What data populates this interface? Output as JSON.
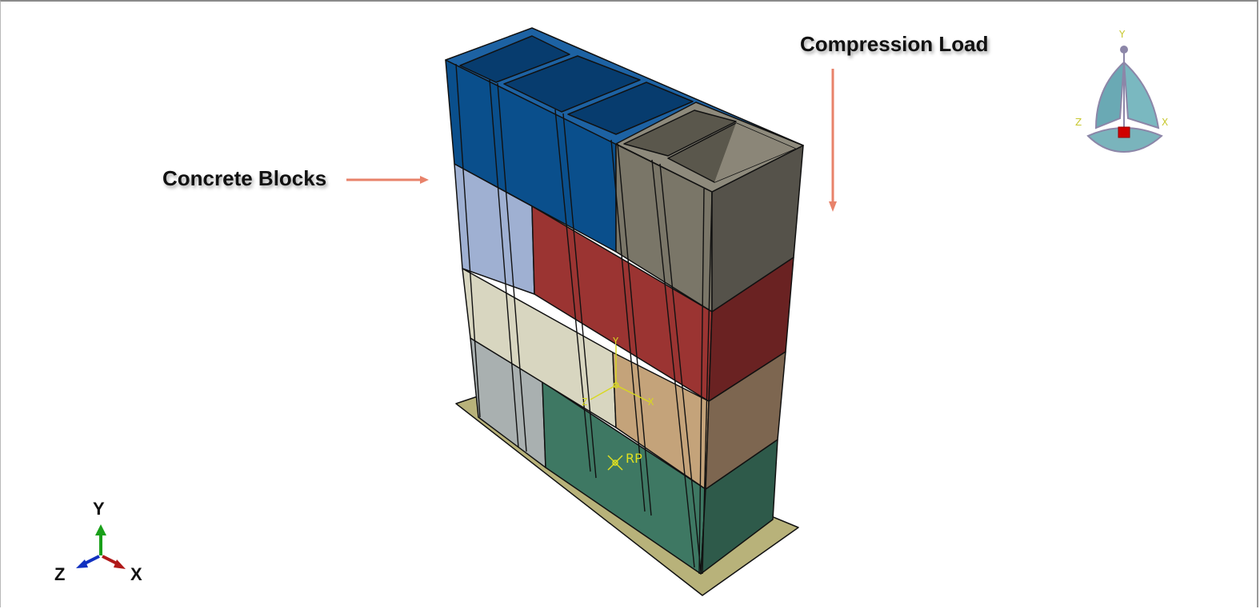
{
  "annotations": {
    "concrete_blocks": "Concrete Blocks",
    "compression_load": "Compression Load"
  },
  "model": {
    "reference_point_label": "RP",
    "datum_csys": {
      "y": "Y",
      "z": "Z",
      "x": "X"
    },
    "block_colors": {
      "course1_blue": "#0a4f8c",
      "course1_gray": "#7a7668",
      "course2_lavender": "#9fb0d2",
      "course2_red": "#9b3432",
      "course3_cream": "#d8d6c0",
      "course3_tan": "#c4a37a",
      "course4_silver": "#a9b0b0",
      "course4_green": "#3e7863",
      "base_plate": "#b8b27a"
    }
  },
  "view_cube": {
    "y": "Y",
    "z": "Z",
    "x": "X"
  },
  "global_triad": {
    "y": "Y",
    "z": "Z",
    "x": "X"
  },
  "arrow_color": "#e8826a"
}
